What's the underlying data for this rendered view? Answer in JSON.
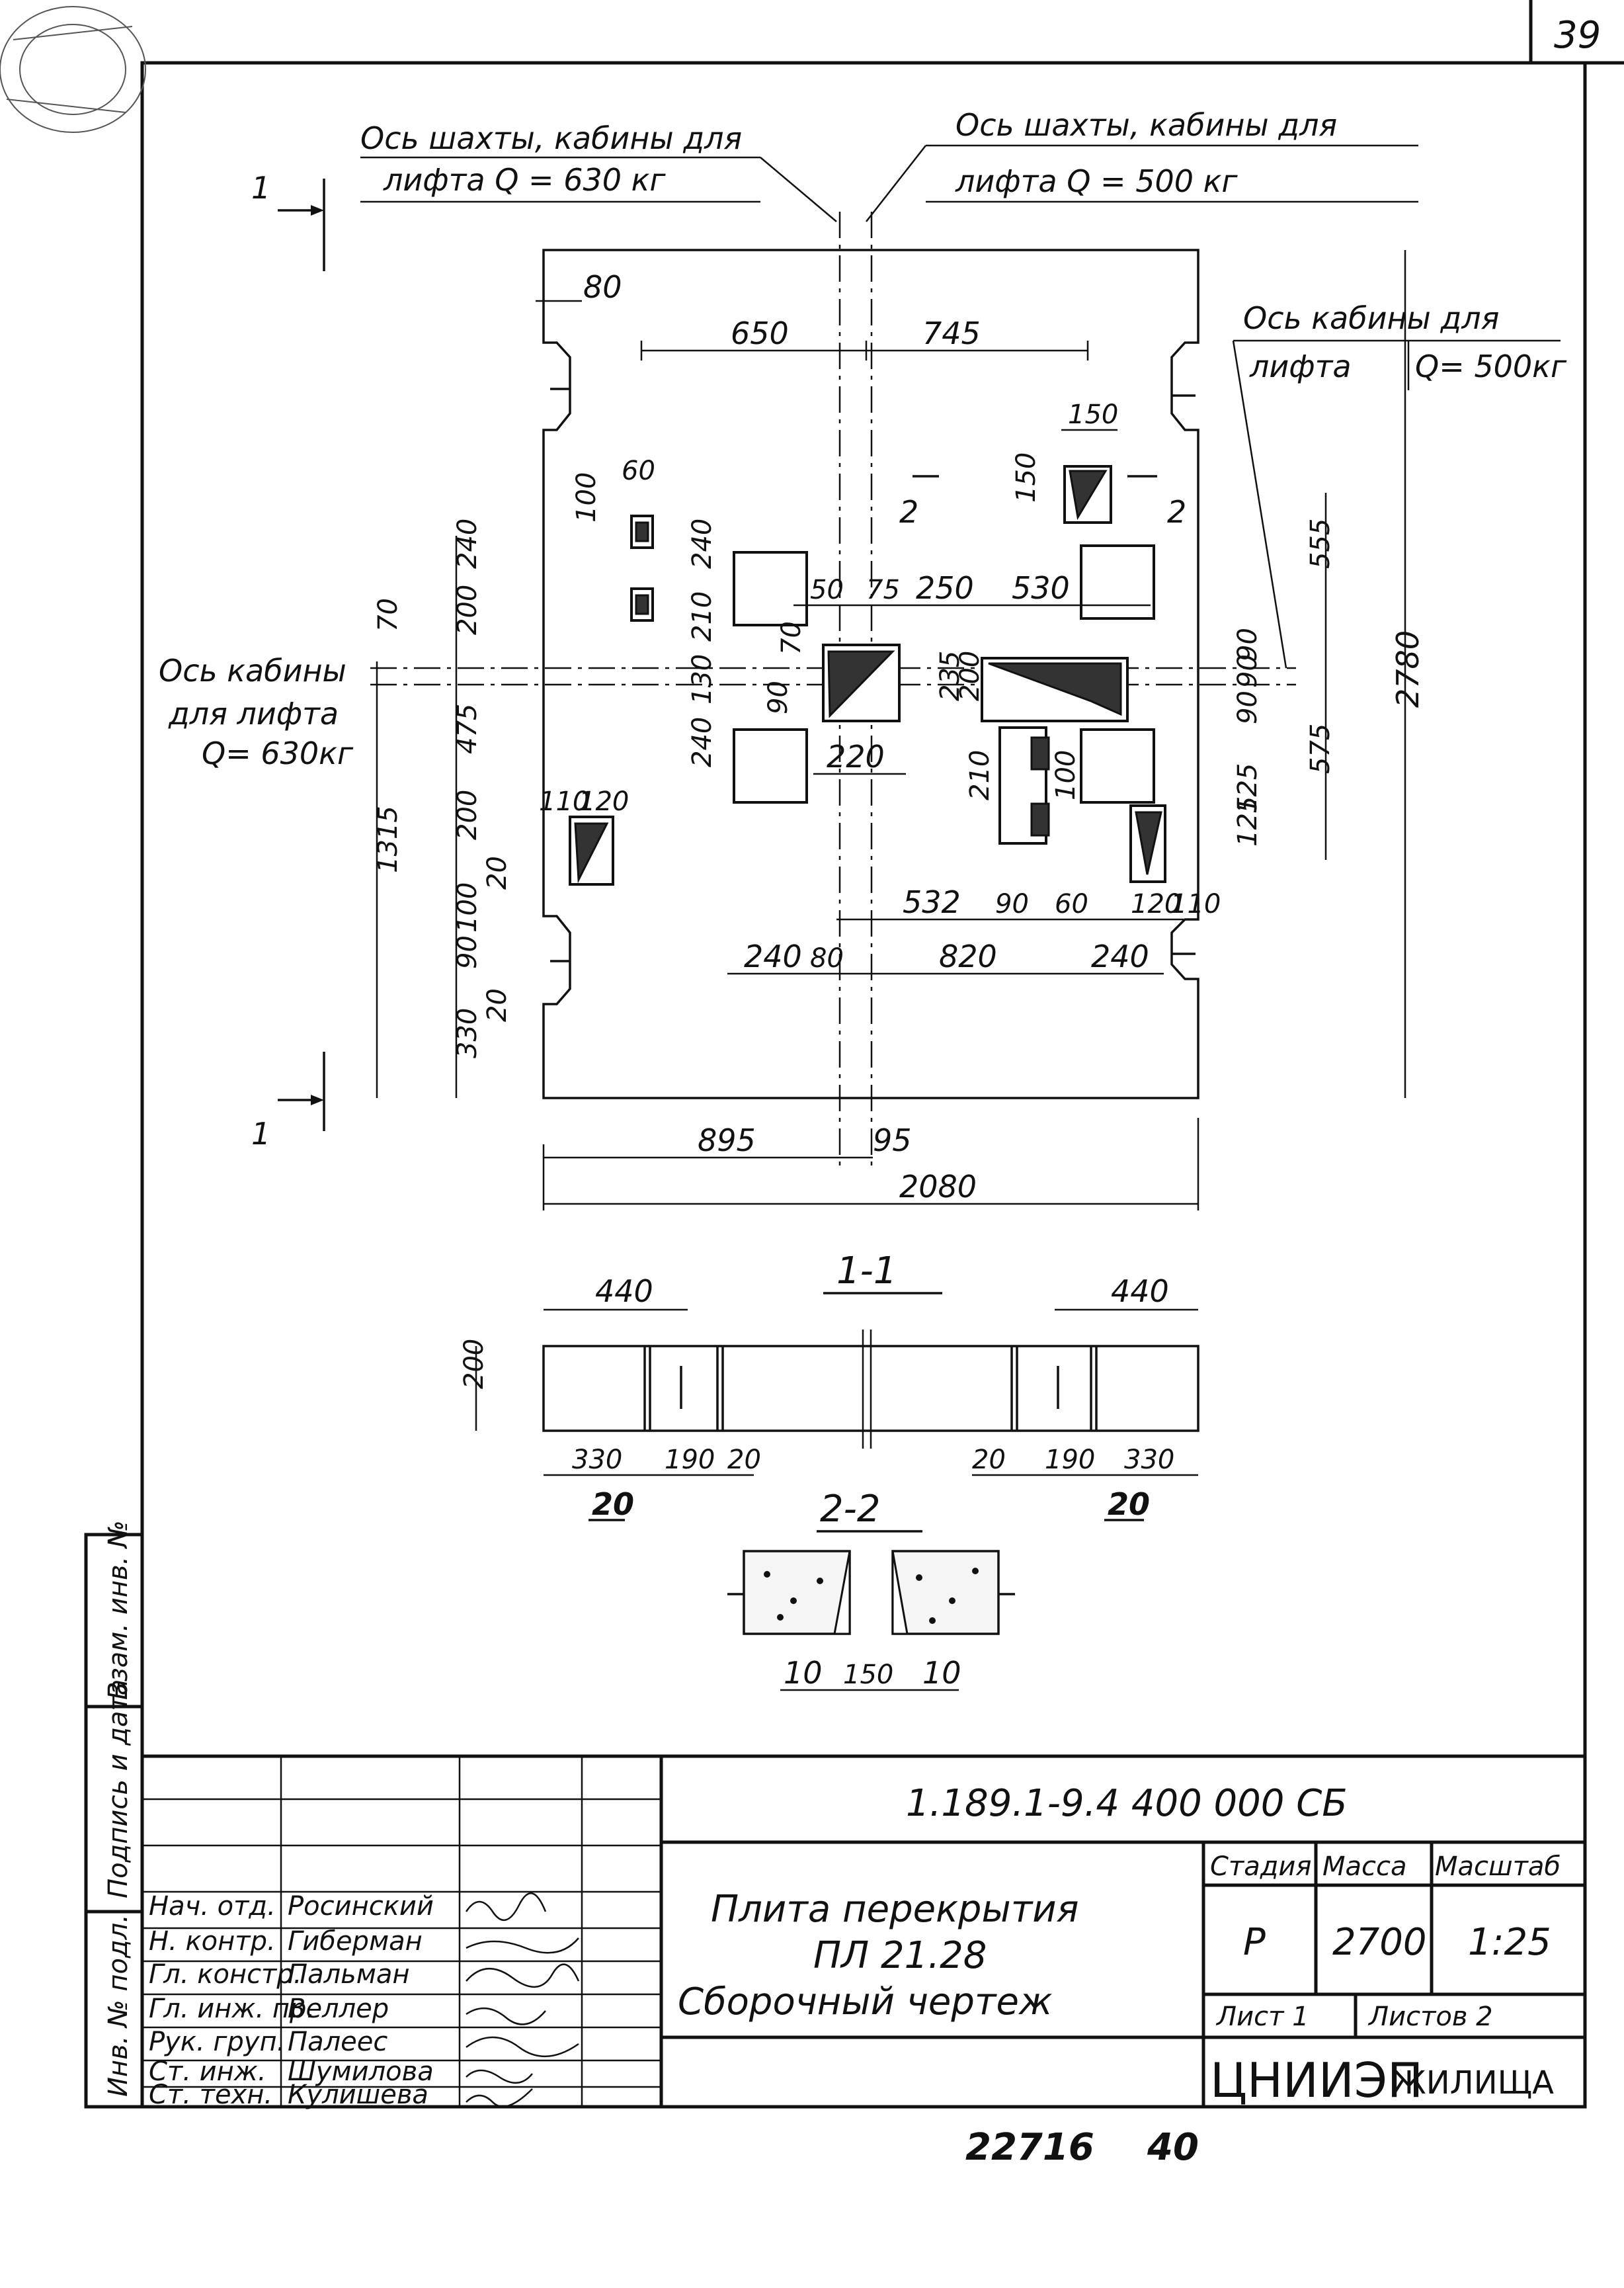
{
  "sheet": {
    "page_number": "39",
    "bottom_number": "22716",
    "bottom_page": "40"
  },
  "notes": {
    "shaft_630": [
      "Ось шахты, кабины для",
      "лифта  Q = 630 кг"
    ],
    "shaft_500": [
      "Ось шахты, кабины для",
      "лифта   Q = 500 кг"
    ],
    "cabin_500": [
      "Ось кабины для",
      "лифта",
      "Q= 500кг"
    ],
    "cabin_630": [
      "Ось кабины",
      "для лифта",
      "Q= 630кг"
    ]
  },
  "section_marks": {
    "s1": "1",
    "s2": "2",
    "section_1_title": "1-1",
    "section_2_title": "2-2"
  },
  "plan_dims": {
    "top": [
      "80",
      "650",
      "745",
      "60",
      "150",
      "150"
    ],
    "middle": [
      "50",
      "75",
      "250",
      "530",
      "70",
      "235",
      "90",
      "220",
      "200",
      "210",
      "100",
      "90"
    ],
    "left_vertical": [
      "240",
      "200",
      "475",
      "200",
      "1315",
      "100",
      "90",
      "330",
      "20",
      "20",
      "70",
      "100",
      "240",
      "210",
      "130",
      "240"
    ],
    "right_vertical": [
      "555",
      "2780",
      "90",
      "90",
      "575",
      "125",
      "125"
    ],
    "lower": [
      "110",
      "120",
      "532",
      "90",
      "60",
      "120",
      "110",
      "240",
      "80",
      "820",
      "240"
    ],
    "bottom": [
      "895",
      "95",
      "2080"
    ]
  },
  "section1_dims": [
    "440",
    "440",
    "200",
    "330",
    "190",
    "20",
    "20",
    "190",
    "330",
    "20",
    "20"
  ],
  "section2_dims": [
    "10",
    "150",
    "10"
  ],
  "side_stamp": [
    "Инв. № подл.",
    "Подпись и дата",
    "Взам. инв. №"
  ],
  "title_block": {
    "code": "1.189.1-9.4    400 000 СБ",
    "title_lines": [
      "Плита перекрытия",
      "ПЛ 21.28",
      "Сборочный чертеж"
    ],
    "headers": [
      "Стадия",
      "Масса",
      "Масштаб"
    ],
    "values": [
      "Р",
      "2700",
      "1:25"
    ],
    "sheet": "Лист 1",
    "sheets": "Листов 2",
    "org_a": "ЦНИИЭП",
    "org_b": "ЖИЛИЩА",
    "roles": [
      "Нач. отд.",
      "Н. контр.",
      "Гл. констр.",
      "Гл. инж. пр.",
      "Рук. груп.",
      "Ст. инж.",
      "Ст. техн."
    ],
    "names": [
      "Росинский",
      "Гиберман",
      "Пальман",
      "Веллер",
      "Палеес",
      "Шумилова",
      "Кулишева"
    ]
  }
}
